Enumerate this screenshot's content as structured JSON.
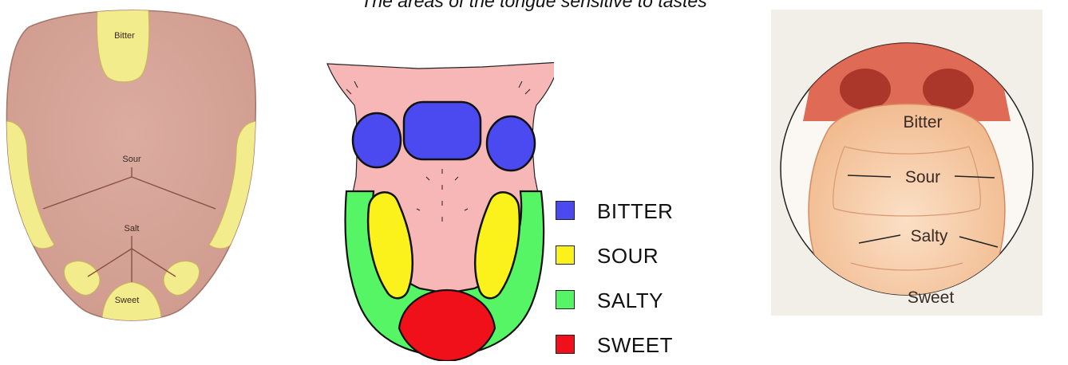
{
  "caption": "The areas of the tongue sensitive to tastes",
  "panel_a": {
    "labels": {
      "bitter": "Bitter",
      "sour": "Sour",
      "salt": "Salt",
      "sweet": "Sweet"
    },
    "colors": {
      "tongue": "#d9a79b",
      "taste_zone": "#f3ec8c",
      "line": "#8a4f48"
    }
  },
  "panel_b": {
    "legend": [
      {
        "label": "BITTER",
        "color": "#4a4af0"
      },
      {
        "label": "SOUR",
        "color": "#fbf21b"
      },
      {
        "label": "SALTY",
        "color": "#55f566"
      },
      {
        "label": "SWEET",
        "color": "#f0101a"
      }
    ],
    "colors": {
      "tongue": "#f8b7b7"
    }
  },
  "panel_c": {
    "labels": {
      "bitter": "Bitter",
      "sour": "Sour",
      "salty": "Salty",
      "sweet": "Sweet"
    },
    "colors": {
      "tongue": "#f6c9a6",
      "throat": "#d9523a",
      "background": "#f2efe9"
    }
  }
}
